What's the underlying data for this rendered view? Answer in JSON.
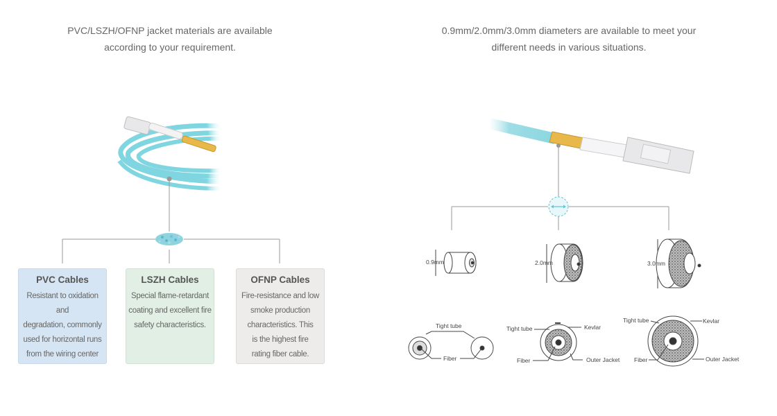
{
  "left_caption": {
    "line1": "PVC/LSZH/OFNP jacket materials are available",
    "line2": "according to your requirement."
  },
  "right_caption": {
    "line1": "0.9mm/2.0mm/3.0mm diameters are available to meet your",
    "line2": "different needs in various situations."
  },
  "cards": [
    {
      "title": "PVC Cables",
      "lines": [
        "Resistant to oxidation and",
        "degradation, commonly",
        "used for horizontal runs",
        "from the wiring center"
      ],
      "color": "#d6e5f3"
    },
    {
      "title": "LSZH Cables",
      "lines": [
        "Special flame-retardant",
        "coating and excellent fire",
        "safety characteristics."
      ],
      "color": "#e2efe4"
    },
    {
      "title": "OFNP Cables",
      "lines": [
        "Fire-resistance and low",
        "smoke production",
        "characteristics. This",
        "is the highest fire",
        "rating  fiber cable."
      ],
      "color": "#eeeceb"
    }
  ],
  "diameters": [
    "0.9mm",
    "2.0mm",
    "3.0mm"
  ],
  "cross_section_labels": {
    "a": {
      "tight_tube": "Tight tube",
      "fiber": "Fiber"
    },
    "b": {
      "tight_tube": "Tight tube",
      "kevlar": "Kevlar",
      "fiber": "Fiber",
      "outer_jacket": "Outer Jacket"
    },
    "c": {
      "tight_tube": "Tight tube",
      "kevlar": "Kevlar",
      "fiber": "Fiber",
      "outer_jacket": "Outer Jacket"
    }
  },
  "colors": {
    "aqua_cable": "#5ec8d6",
    "boot_yellow": "#e8b84a",
    "connector": "#e8e8ea"
  }
}
